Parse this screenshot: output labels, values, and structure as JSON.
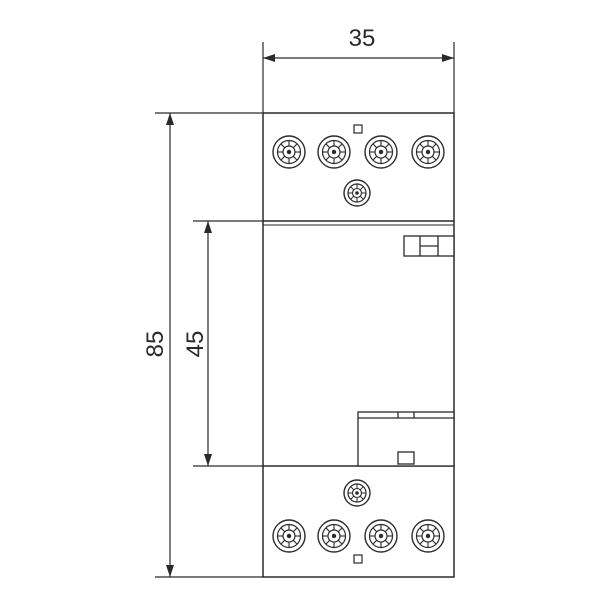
{
  "dimensions": {
    "width_label": "35",
    "height_label": "85",
    "front_height_label": "45"
  },
  "colors": {
    "line": "#2a2a2a",
    "background": "#ffffff"
  },
  "terminals": {
    "top_row_count": 4,
    "bottom_row_count": 4,
    "top_center_screw": 1,
    "bottom_center_screw": 1
  },
  "icons": [
    "terminal-screw-icon",
    "mounting-clip-icon",
    "square-marker-icon"
  ]
}
